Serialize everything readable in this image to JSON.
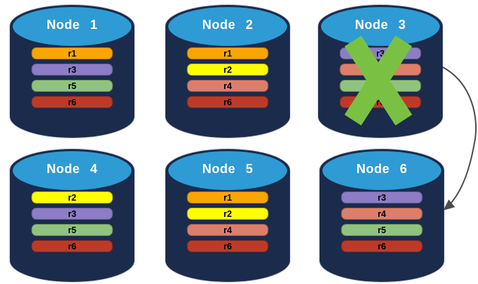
{
  "diagram": {
    "description": "Six database nodes with replica bars; Node 3 failed (green X) with arrow to Node 6",
    "nodes": [
      {
        "title": "Node 1",
        "failed": false,
        "bars": [
          {
            "label": "r1",
            "color": "#F9A602"
          },
          {
            "label": "r3",
            "color": "#8C7DC6"
          },
          {
            "label": "r5",
            "color": "#90C47E"
          },
          {
            "label": "r6",
            "color": "#BE3A26"
          }
        ]
      },
      {
        "title": "Node 2",
        "failed": false,
        "bars": [
          {
            "label": "r1",
            "color": "#F9A602"
          },
          {
            "label": "r2",
            "color": "#FFFF00"
          },
          {
            "label": "r4",
            "color": "#DD7E6B"
          },
          {
            "label": "r6",
            "color": "#BE3A26"
          }
        ]
      },
      {
        "title": "Node 3",
        "failed": true,
        "bars": [
          {
            "label": "r3",
            "color": "#8C7DC6"
          },
          {
            "label": "r4",
            "color": "#DD7E6B"
          },
          {
            "label": "r5",
            "color": "#90C47E"
          },
          {
            "label": "r6",
            "color": "#BE3A26"
          }
        ]
      },
      {
        "title": "Node 4",
        "failed": false,
        "bars": [
          {
            "label": "r2",
            "color": "#FFFF00"
          },
          {
            "label": "r3",
            "color": "#8C7DC6"
          },
          {
            "label": "r5",
            "color": "#90C47E"
          },
          {
            "label": "r6",
            "color": "#BE3A26"
          }
        ]
      },
      {
        "title": "Node 5",
        "failed": false,
        "bars": [
          {
            "label": "r1",
            "color": "#F9A602"
          },
          {
            "label": "r2",
            "color": "#FFFF00"
          },
          {
            "label": "r4",
            "color": "#DD7E6B"
          },
          {
            "label": "r6",
            "color": "#BE3A26"
          }
        ]
      },
      {
        "title": "Node 6",
        "failed": false,
        "bars": [
          {
            "label": "r3",
            "color": "#8C7DC6"
          },
          {
            "label": "r4",
            "color": "#DD7E6B"
          },
          {
            "label": "r5",
            "color": "#90C47E"
          },
          {
            "label": "r6",
            "color": "#BE3A26"
          }
        ]
      }
    ],
    "colors": {
      "cylinder_body": "#1B2B4B",
      "cylinder_top": "#2E9BD5",
      "node_title_text": "#FFFFFF",
      "bar_text": "#000000"
    },
    "failure_mark": {
      "node": "Node 3",
      "icon": "x-mark",
      "color": "#7AC143"
    },
    "arrow": {
      "from": "Node 3",
      "to": "Node 6",
      "color": "#4D4D4D"
    }
  }
}
